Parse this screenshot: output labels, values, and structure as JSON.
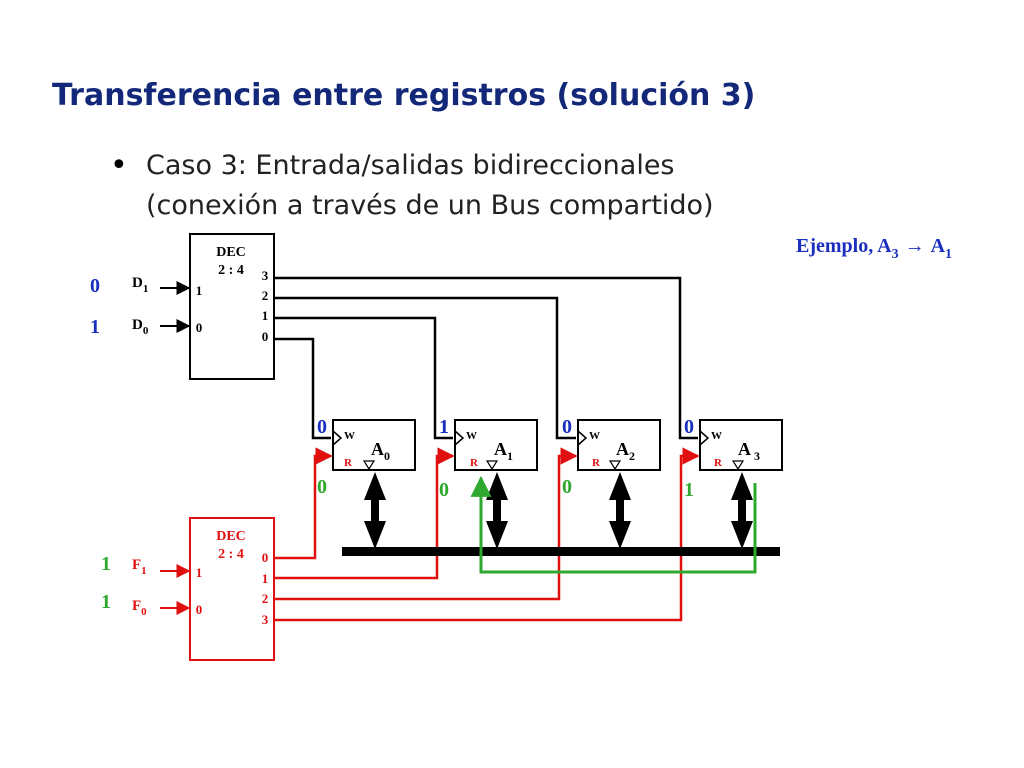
{
  "slide": {
    "title": "Transferencia entre registros (solución 3)",
    "bullet_line1": "Caso 3: Entrada/salidas bidireccionales",
    "bullet_line2": "(conexión a través de un Bus compartido)"
  },
  "example": {
    "prefix": "Ejemplo, A",
    "sub_from": "3",
    "arrow": "→",
    "to": "A",
    "sub_to": "1"
  },
  "colors": {
    "title": "#14287a",
    "blue": "#1a2fbf",
    "red": "#e01010",
    "green": "#2fa82f",
    "black": "#000000"
  },
  "dec_top": {
    "name": "DEC",
    "ratio": "2 : 4",
    "inputs": [
      {
        "label": "D",
        "sub": "1",
        "pin": "1",
        "value": "0"
      },
      {
        "label": "D",
        "sub": "0",
        "pin": "0",
        "value": "1"
      }
    ],
    "outputs": [
      "3",
      "2",
      "1",
      "0"
    ]
  },
  "dec_bottom": {
    "name": "DEC",
    "ratio": "2 : 4",
    "inputs": [
      {
        "label": "F",
        "sub": "1",
        "pin": "1",
        "value": "1"
      },
      {
        "label": "F",
        "sub": "0",
        "pin": "0",
        "value": "1"
      }
    ],
    "outputs": [
      "0",
      "1",
      "2",
      "3"
    ]
  },
  "registers": [
    {
      "name": "A",
      "sub": "0",
      "w_label": "W",
      "r_label": "R",
      "w_value": "0",
      "r_value": "0"
    },
    {
      "name": "A",
      "sub": "1",
      "w_label": "W",
      "r_label": "R",
      "w_value": "1",
      "r_value": "0"
    },
    {
      "name": "A",
      "sub": "2",
      "w_label": "W",
      "r_label": "R",
      "w_value": "0",
      "r_value": "0"
    },
    {
      "name": "A",
      "sub": "3",
      "w_label": "W",
      "r_label": "R",
      "w_value": "0",
      "r_value": "1"
    }
  ]
}
